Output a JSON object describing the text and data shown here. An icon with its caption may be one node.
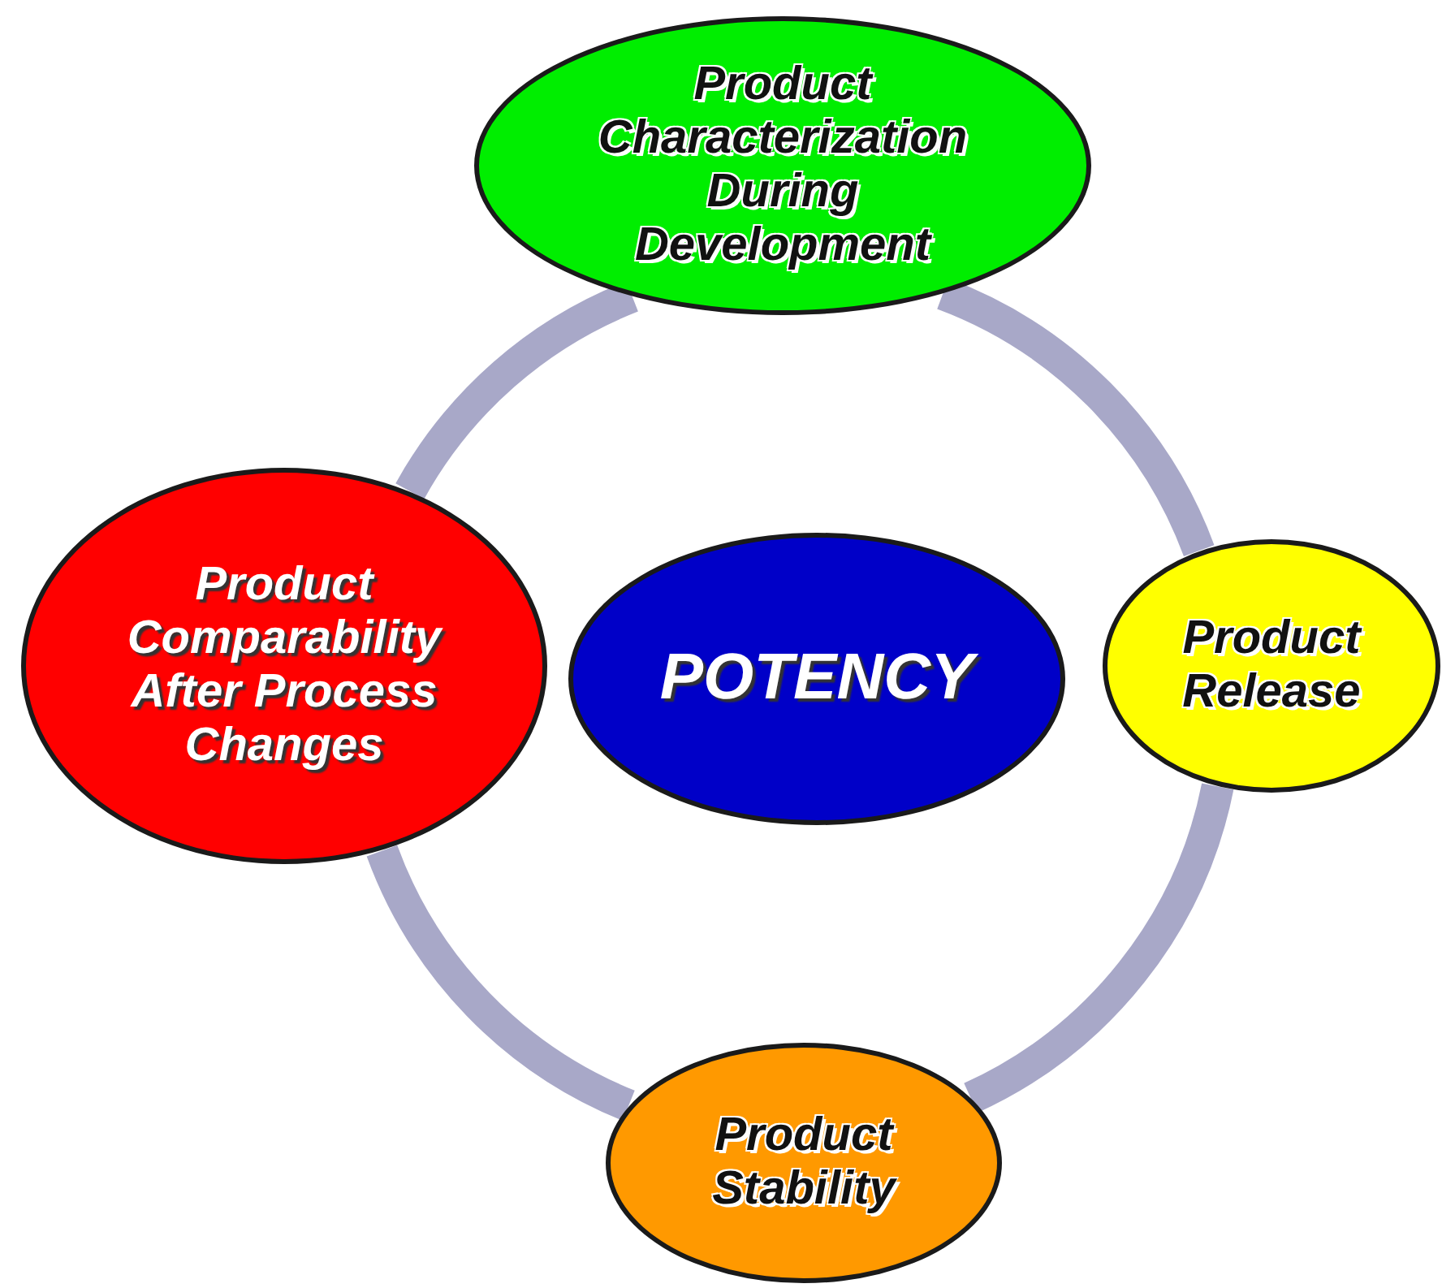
{
  "diagram": {
    "nodes": [
      {
        "text": [
          "Product Characterization During Development"
        ]
      },
      {
        "text": [
          "Product Comparability After Process Changes"
        ]
      },
      {
        "text": [
          "POTENCY"
        ]
      },
      {
        "text": [
          "Product Release"
        ]
      },
      {
        "text": [
          "Product Stability"
        ]
      }
    ],
    "edges": [
      {
        "from": 0,
        "to": 3,
        "arrow": "none"
      },
      {
        "from": 3,
        "to": 4,
        "arrow": "none"
      },
      {
        "from": 4,
        "to": 1,
        "arrow": "none"
      },
      {
        "from": 1,
        "to": 0,
        "arrow": "none"
      }
    ]
  }
}
